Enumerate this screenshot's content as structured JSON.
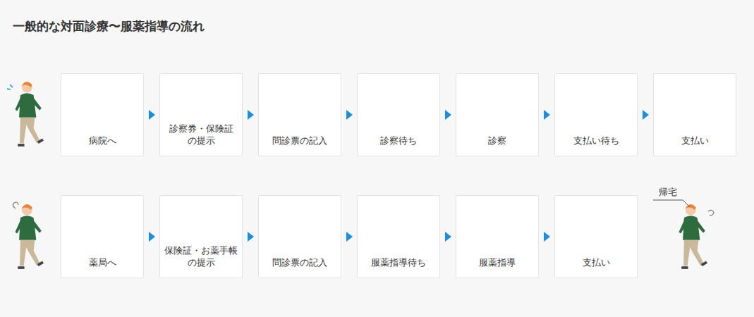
{
  "diagram": {
    "title": "一般的な対面診療〜服薬指導の流れ",
    "nodes": [
      {
        "text": [
          "病院へ"
        ]
      },
      {
        "text": [
          "診察券・保険証 の提示"
        ]
      },
      {
        "text": [
          "問診票の記入"
        ]
      },
      {
        "text": [
          "診察待ち"
        ]
      },
      {
        "text": [
          "診察"
        ]
      },
      {
        "text": [
          "支払い待ち"
        ]
      },
      {
        "text": [
          "支払い"
        ]
      },
      {
        "text": [
          "薬局へ"
        ]
      },
      {
        "text": [
          "保険証・お薬手帳 の提示"
        ]
      },
      {
        "text": [
          "問診票の記入"
        ]
      },
      {
        "text": [
          "服薬指導待ち"
        ]
      },
      {
        "text": [
          "服薬指導"
        ]
      },
      {
        "text": [
          "支払い"
        ]
      }
    ],
    "edges": [
      {
        "from": 0,
        "to": 1,
        "arrow": "to"
      },
      {
        "from": 1,
        "to": 2,
        "arrow": "to"
      },
      {
        "from": 2,
        "to": 3,
        "arrow": "to"
      },
      {
        "from": 3,
        "to": 4,
        "arrow": "to"
      },
      {
        "from": 4,
        "to": 5,
        "arrow": "to"
      },
      {
        "from": 5,
        "to": 6,
        "arrow": "to"
      },
      {
        "from": 7,
        "to": 8,
        "arrow": "to"
      },
      {
        "from": 8,
        "to": 9,
        "arrow": "to"
      },
      {
        "from": 9,
        "to": 10,
        "arrow": "to"
      },
      {
        "from": 10,
        "to": 11,
        "arrow": "to"
      },
      {
        "from": 11,
        "to": 12,
        "arrow": "to"
      }
    ],
    "labels": [
      "帰宅"
    ]
  }
}
